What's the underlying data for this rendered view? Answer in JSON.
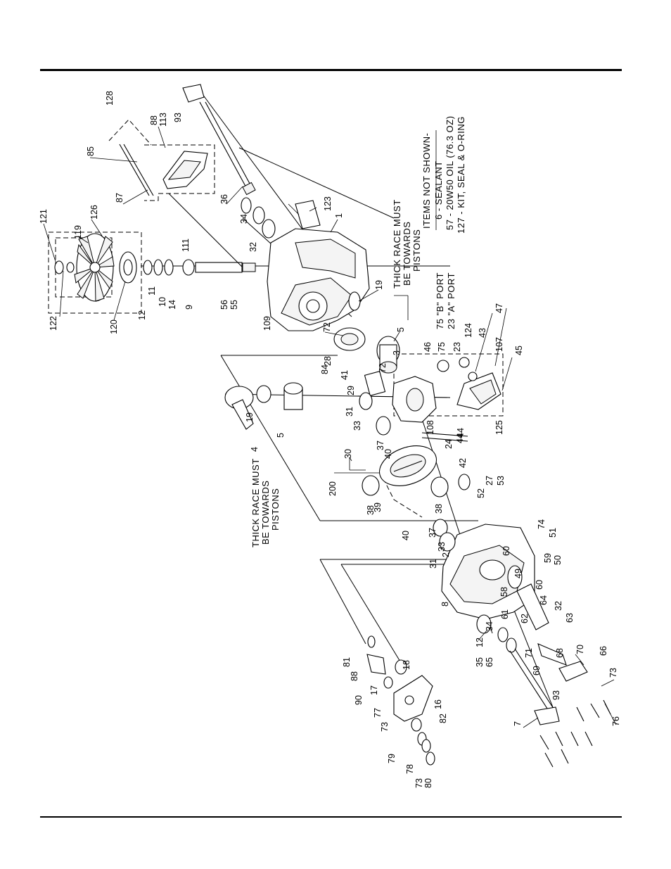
{
  "notes": {
    "items_header": "ITEMS NOT SHOWN-",
    "item_6": "6  - SEALANT",
    "item_57": "57 - 20W50 OIL (76.3 OZ)",
    "item_127": "127 - KIT, SEAL & O-RING",
    "race_right_1": "THICK RACE MUST",
    "race_right_2": "BE TOWARDS",
    "race_right_3": "PISTONS",
    "race_left_1": "THICK RACE MUST",
    "race_left_2": "BE TOWARDS",
    "race_left_3": "PISTONS",
    "port_b": "75 \"B\" PORT",
    "port_a": "23 \"A\" PORT"
  },
  "callouts": [
    "121",
    "119",
    "126",
    "122",
    "120",
    "12",
    "11",
    "13",
    "10",
    "14",
    "9",
    "85",
    "111",
    "87",
    "85b",
    "128",
    "88",
    "113",
    "93",
    "36",
    "12b",
    "34",
    "32",
    "56",
    "55",
    "109",
    "88b",
    "123",
    "1",
    "19",
    "5",
    "72",
    "28",
    "84",
    "41",
    "29",
    "3",
    "72b",
    "46",
    "75",
    "23",
    "124",
    "43",
    "107",
    "47",
    "45",
    "125",
    "4",
    "19b",
    "5",
    "31",
    "33",
    "37",
    "40",
    "30",
    "200",
    "38",
    "39",
    "108",
    "44",
    "24",
    "44b",
    "18",
    "42",
    "27",
    "53",
    "52",
    "38b",
    "40b",
    "37b",
    "33b",
    "31b",
    "2",
    "8",
    "74",
    "51",
    "60",
    "59",
    "50",
    "49",
    "58",
    "60b",
    "61",
    "62",
    "64",
    "32b",
    "34b",
    "12c",
    "35",
    "65",
    "71",
    "63",
    "68",
    "70",
    "66",
    "69",
    "73",
    "93b",
    "7",
    "76",
    "81",
    "88c",
    "90",
    "17",
    "18b",
    "77",
    "73b",
    "16",
    "82",
    "79",
    "78",
    "73c",
    "80"
  ]
}
